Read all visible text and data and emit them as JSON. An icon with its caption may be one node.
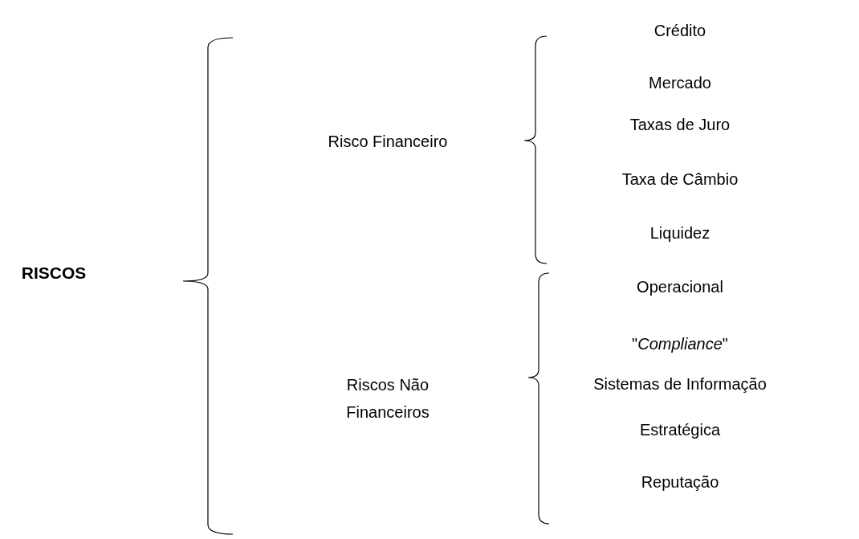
{
  "diagram": {
    "nodes": [
      {
        "text": [
          "RISCOS"
        ]
      },
      {
        "text": [
          "Risco Financeiro"
        ]
      },
      {
        "text": [
          "Riscos Não Financeiros"
        ]
      },
      {
        "text": [
          "Crédito"
        ]
      },
      {
        "text": [
          "Mercado"
        ]
      },
      {
        "text": [
          "Taxas de Juro"
        ]
      },
      {
        "text": [
          "Taxa de Câmbio"
        ]
      },
      {
        "text": [
          "Liquidez"
        ]
      },
      {
        "text": [
          "Operacional"
        ]
      },
      {
        "text": [
          "\"*Compliance*\""
        ]
      },
      {
        "text": [
          "Sistemas de Informação"
        ]
      },
      {
        "text": [
          "Estratégica"
        ]
      },
      {
        "text": [
          "Reputação"
        ]
      }
    ]
  }
}
